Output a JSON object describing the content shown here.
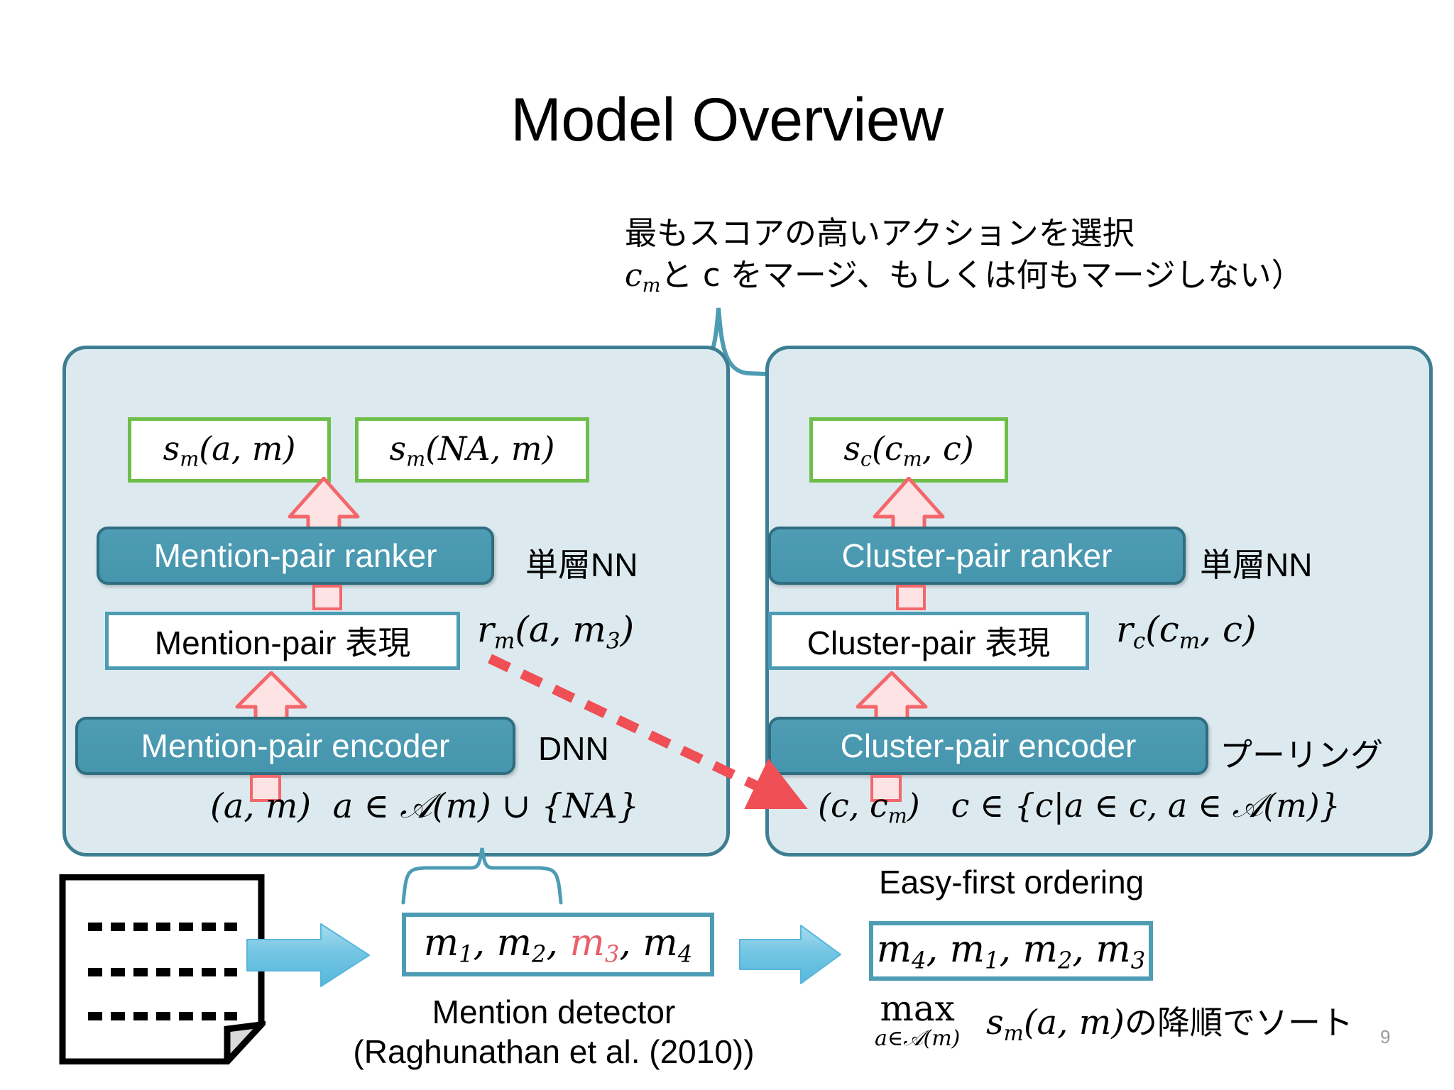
{
  "slide": {
    "title": "Model Overview",
    "number": "9"
  },
  "annotation_top": {
    "line1": "最もスコアの高いアクションを選択",
    "line2_prefix": "c",
    "line2_sub": "m",
    "line2_rest": "と c をマージ、もしくは何もマージしない）"
  },
  "left_panel": {
    "score_box_1": "sₘ(a, m)",
    "score_box_2": "sₘ(NA, m)",
    "ranker_label": "Mention-pair ranker",
    "ranker_side_label": "単層NN",
    "repr_label": "Mention-pair 表現",
    "repr_formula": "rₘ(a, m₃)",
    "encoder_label": "Mention-pair encoder",
    "encoder_side_label": "DNN",
    "input_formula": "(a, m)  a ∈ 𝒜(m) ∪ {NA}"
  },
  "right_panel": {
    "score_box_1": "sₑ(cₘ, c)",
    "ranker_label": "Cluster-pair ranker",
    "ranker_side_label": "単層NN",
    "repr_label": "Cluster-pair 表現",
    "repr_formula": "rₑ(cₘ, c)",
    "encoder_label": "Cluster-pair encoder",
    "encoder_side_label": "プーリング",
    "input_formula": "(c, cₘ)   c ∈ {c|a ∈ c, a ∈ 𝒜(m)}"
  },
  "bottom": {
    "mention_list_1": "m₁, m₂, m₃, m₄",
    "mention_list_1_parts": [
      "m",
      "1",
      "m",
      "2",
      "m",
      "3",
      "m",
      "4"
    ],
    "mention_list_2": "m₄, m₁, m₂, m₃",
    "mention_detector_line1": "Mention detector",
    "mention_detector_line2": "(Raghunathan et al. (2010))",
    "easy_first_label": "Easy-first ordering",
    "sort_formula": "max_{a∈𝒜(m)} sₘ(a,m)の降順でソート",
    "sort_formula_max": "max",
    "sort_formula_maxsub": "a∈𝒜(m)",
    "sort_formula_rest": "sₘ(a, m)の降順でソート"
  },
  "icons": {
    "document": "document-icon",
    "blue_arrow_1": "blue-right-arrow",
    "blue_arrow_2": "blue-right-arrow",
    "red_dashed_arrow": "red-dashed-arrow"
  },
  "colors": {
    "panel_fill": "#dceaf0",
    "panel_border": "#3d7e92",
    "module_fill": "#4595ad",
    "score_border": "#6ebe4a",
    "accent_red": "#f4676b",
    "arrow_blue": "#6cc3e0",
    "highlight_red": "#e8606a"
  }
}
